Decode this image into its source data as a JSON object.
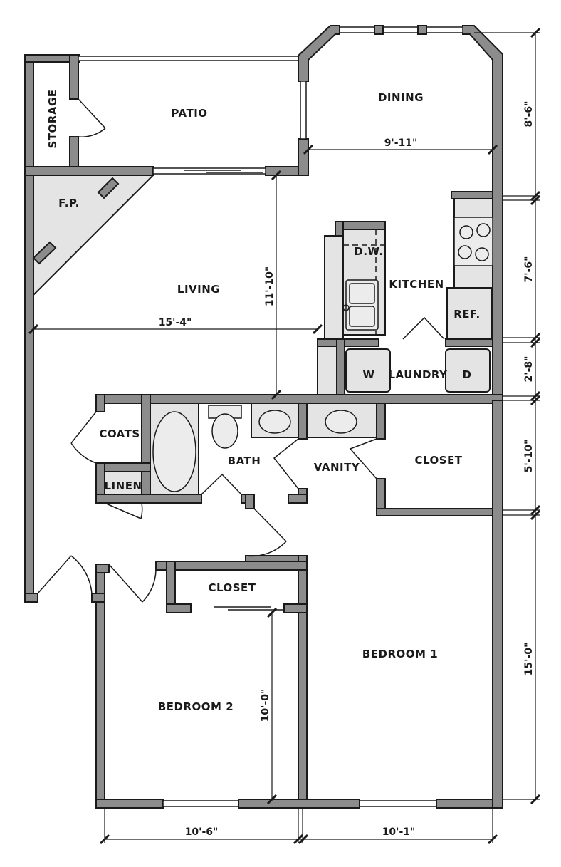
{
  "rooms": {
    "storage": "STORAGE",
    "patio": "PATIO",
    "dining": "DINING",
    "fireplace": "F.P.",
    "living": "LIVING",
    "dishwasher": "D.W.",
    "kitchen": "KITCHEN",
    "refrigerator": "REF.",
    "washer": "W",
    "laundry": "LAUNDRY",
    "dryer": "D",
    "coats": "COATS",
    "linen": "LINEN",
    "bath": "BATH",
    "vanity": "VANITY",
    "closet_master": "CLOSET",
    "closet_bed2": "CLOSET",
    "bedroom1": "BEDROOM 1",
    "bedroom2": "BEDROOM 2"
  },
  "dimensions": {
    "dining_width": "9'-11\"",
    "living_width": "15'-4\"",
    "living_depth": "11'-10\"",
    "bedroom2_depth": "10'-0\"",
    "bedroom2_width": "10'-6\"",
    "bedroom1_width": "10'-1\"",
    "right_dining": "8'-6\"",
    "right_kitchen": "7'-6\"",
    "right_laundry": "2'-8\"",
    "right_closet": "5'-10\"",
    "right_bedroom1": "15'-0\""
  }
}
